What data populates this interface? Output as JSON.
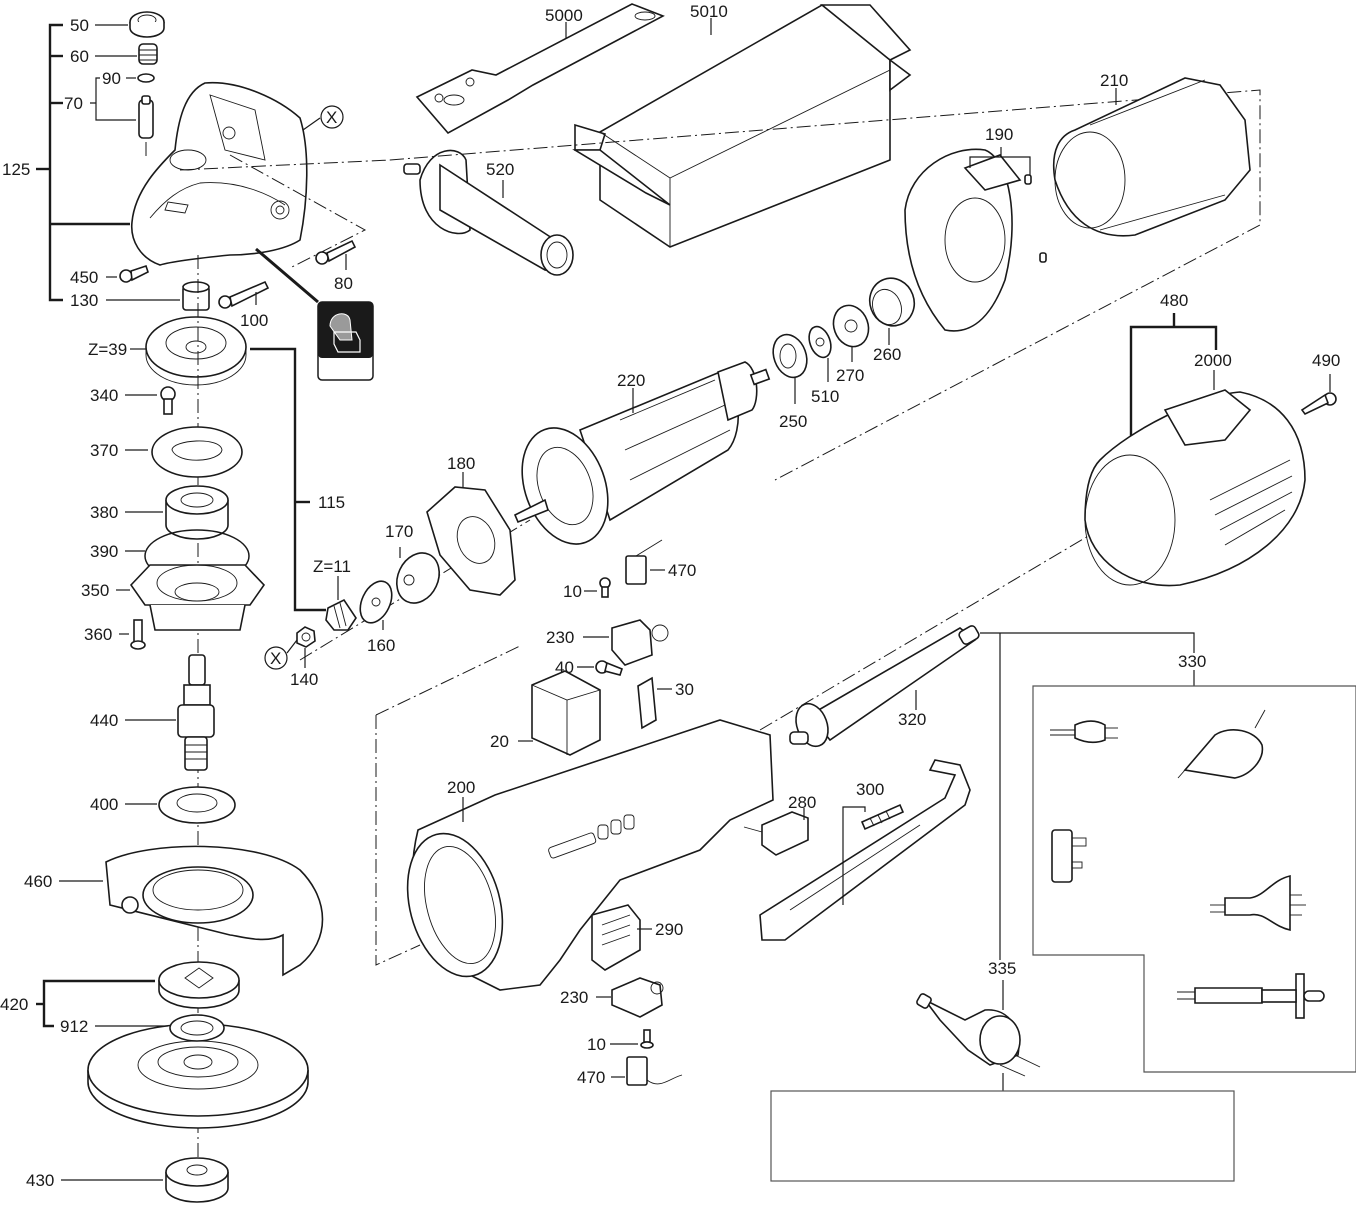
{
  "diagram": {
    "title": "Angle grinder exploded parts diagram",
    "labels": {
      "p50": "50",
      "p60": "60",
      "p90": "90",
      "p70": "70",
      "p125": "125",
      "p450": "450",
      "p130": "130",
      "p100": "100",
      "p80": "80",
      "z39": "Z=39",
      "p340": "340",
      "p370": "370",
      "p380": "380",
      "p390": "390",
      "p350": "350",
      "p360": "360",
      "p440": "440",
      "p400": "400",
      "p460": "460",
      "p420": "420",
      "p912": "912",
      "p430": "430",
      "p115": "115",
      "z11": "Z=11",
      "p140": "140",
      "p160": "160",
      "p170": "170",
      "p180": "180",
      "p5000": "5000",
      "p5010": "5010",
      "p520": "520",
      "p190": "190",
      "p210": "210",
      "p220": "220",
      "p250": "250",
      "p510": "510",
      "p270": "270",
      "p260": "260",
      "p480": "480",
      "p2000": "2000",
      "p490": "490",
      "p470a": "470",
      "p10a": "10",
      "p230a": "230",
      "p40": "40",
      "p30": "30",
      "p20": "20",
      "p200": "200",
      "p280": "280",
      "p300": "300",
      "p320": "320",
      "p330": "330",
      "p290": "290",
      "p230b": "230",
      "p10b": "10",
      "p470b": "470",
      "p335": "335",
      "xmark1": "X",
      "xmark2": "X"
    },
    "icons": {
      "pictogram": "lubricate-gearbox-pictogram"
    }
  }
}
